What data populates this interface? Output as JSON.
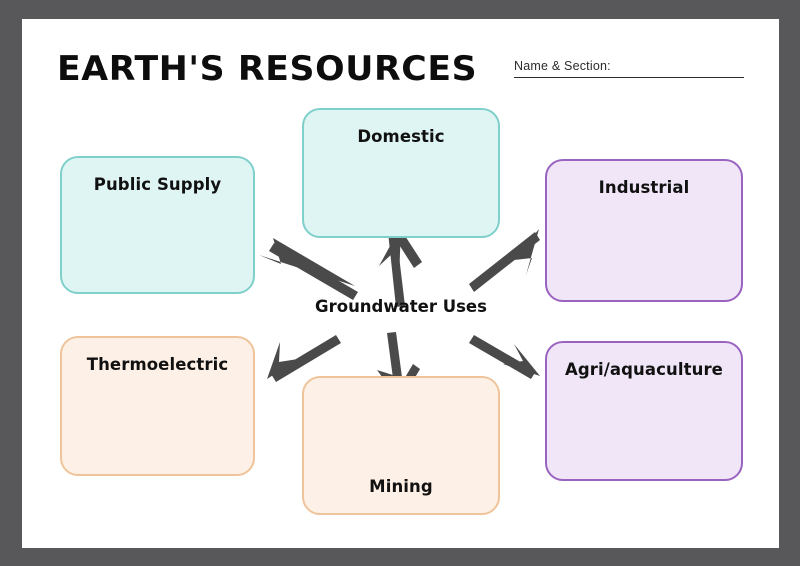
{
  "worksheet": {
    "title": "EARTH'S RESOURCES",
    "name_section_label": "Name & Section:",
    "frame_color": "#58585a",
    "page_color": "#ffffff"
  },
  "diagram": {
    "type": "mind-map",
    "center_label": "Groundwater Uses",
    "arrow_color": "#4a4a4a",
    "nodes": [
      {
        "id": "public-supply",
        "label": "Public Supply",
        "position": "top-left",
        "label_align": "top",
        "fill": "#dff5f3",
        "border": "#7fcfcb"
      },
      {
        "id": "domestic",
        "label": "Domestic",
        "position": "top-center",
        "label_align": "top",
        "fill": "#dff5f3",
        "border": "#7fcfcb"
      },
      {
        "id": "industrial",
        "label": "Industrial",
        "position": "top-right",
        "label_align": "top",
        "fill": "#f0e6f8",
        "border": "#9b63c0"
      },
      {
        "id": "thermoelectric",
        "label": "Thermoelectric",
        "position": "bottom-left",
        "label_align": "top",
        "fill": "#fdf0e6",
        "border": "#f0c49a"
      },
      {
        "id": "mining",
        "label": "Mining",
        "position": "bottom-center",
        "label_align": "bottom",
        "fill": "#fdf0e6",
        "border": "#f0c49a"
      },
      {
        "id": "agri-aquaculture",
        "label": "Agri/aquaculture",
        "position": "bottom-right",
        "label_align": "top",
        "fill": "#f0e6f8",
        "border": "#9b63c0"
      }
    ],
    "arrows": [
      {
        "id": "arrow-to-public-supply",
        "direction": "up-left",
        "target": "public-supply"
      },
      {
        "id": "arrow-to-domestic",
        "direction": "up",
        "target": "domestic"
      },
      {
        "id": "arrow-to-industrial",
        "direction": "up-right",
        "target": "industrial"
      },
      {
        "id": "arrow-to-thermoelectric",
        "direction": "down-left",
        "target": "thermoelectric"
      },
      {
        "id": "arrow-to-mining",
        "direction": "down",
        "target": "mining"
      },
      {
        "id": "arrow-to-agri-aquaculture",
        "direction": "down-right",
        "target": "agri-aquaculture"
      }
    ]
  }
}
